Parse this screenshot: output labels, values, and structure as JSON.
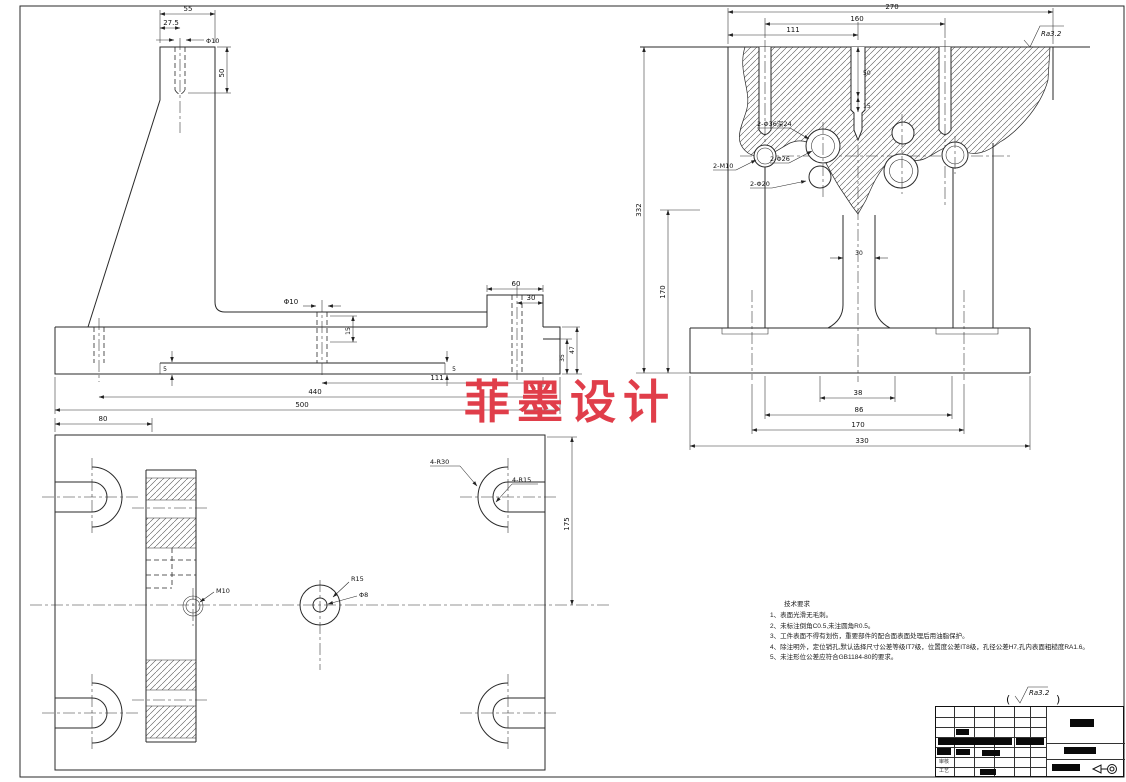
{
  "watermark": {
    "text": "菲墨设计",
    "color": "#e03e4a"
  },
  "surface_finish": {
    "symbol_top_right": "Ra3.2",
    "note_above_title_block": "Ra3.2",
    "paren_open": "(",
    "paren_close": ")"
  },
  "tech_requirements": {
    "title": "技术要求",
    "items": [
      "1、表面光滑无毛刺。",
      "2、未标注倒角C0.5,未注圆角R0.5。",
      "3、工件表面不得有划伤，重要部件的配合面表面处理后用油脂保护。",
      "4、除注明外，定位销孔,默认选择尺寸公差等级IT7级，位置度公差IT8级，孔径公差H7,孔内表面粗糙度RA1.6。",
      "5、未注形位公差应符合GB1184-80的要求。"
    ]
  },
  "side_view": {
    "dims": {
      "w55": "55",
      "w27_5": "27.5",
      "d10_top": "Φ10",
      "h50": "50",
      "d10_mid": "Φ10",
      "h15": "15",
      "w60": "60",
      "w30": "30",
      "w111": "111",
      "w440": "440",
      "w500": "500",
      "h35": "35",
      "h47": "47",
      "s5_left": "5",
      "s5_right": "5"
    }
  },
  "plan_view": {
    "dims": {
      "w80": "80",
      "h175": "175"
    },
    "labels": {
      "corner_outer": "4-R30",
      "corner_inner": "4-R15",
      "thread": "M10",
      "boss_radius": "R15",
      "center_hole": "Φ8"
    }
  },
  "front_view": {
    "dims": {
      "w270": "270",
      "w160": "160",
      "w111": "111",
      "h332": "332",
      "h170": "170",
      "stem30": "30",
      "b38": "38",
      "b86": "86",
      "b170": "170",
      "b330": "330",
      "hole_depth50": "50",
      "hole_depth15": "15"
    },
    "labels": {
      "counterbore": "2-Φ36深24",
      "thread": "2-M10",
      "hole26": "2-Φ26",
      "hole20": "2-Φ20"
    }
  },
  "title_block": {
    "reviewer_label": "审核",
    "process_label": "工艺"
  }
}
